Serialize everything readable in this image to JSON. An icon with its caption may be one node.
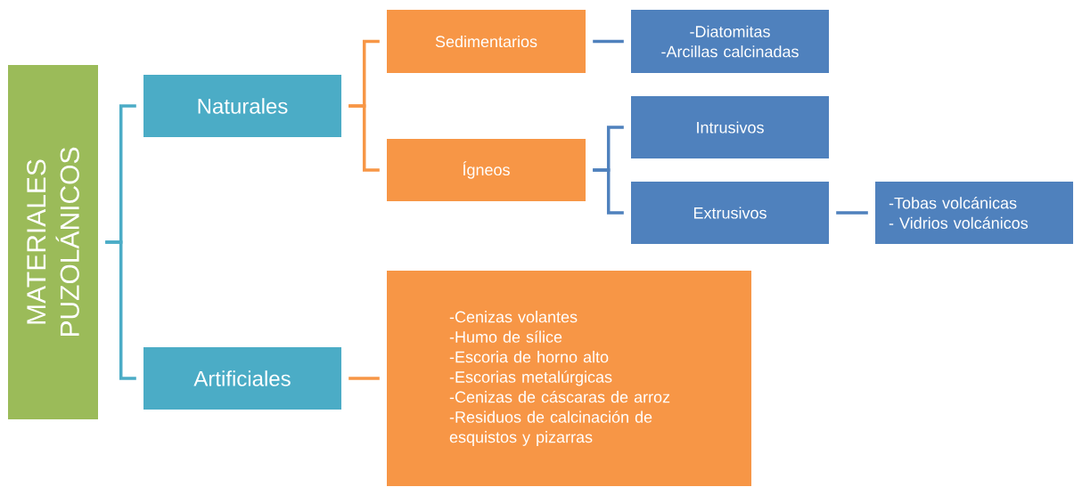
{
  "diagram": {
    "nodes": [
      {
        "text": [
          "MATERIALES PUZOLÁNICOS"
        ]
      },
      {
        "text": [
          "Naturales"
        ]
      },
      {
        "text": [
          "Artificiales"
        ]
      },
      {
        "text": [
          "Sedimentarios"
        ]
      },
      {
        "text": [
          "Ígneos"
        ]
      },
      {
        "text": [
          "-Diatomitas",
          "-Arcillas calcinadas"
        ]
      },
      {
        "text": [
          "Intrusivos"
        ]
      },
      {
        "text": [
          "Extrusivos"
        ]
      },
      {
        "text": [
          "-Tobas volcánicas",
          "- Vidrios volcánicos"
        ]
      },
      {
        "text": [
          "-Cenizas volantes",
          "-Humo de sílice",
          "-Escoria de horno alto",
          "-Escorias metalúrgicas",
          "-Cenizas de cáscaras de arroz",
          "-Residuos de calcinación de esquistos y pizarras"
        ]
      }
    ],
    "edges": [
      {
        "from": 0,
        "to": 1,
        "arrow": "none",
        "color": "#4bacc6"
      },
      {
        "from": 0,
        "to": 2,
        "arrow": "none",
        "color": "#4bacc6"
      },
      {
        "from": 1,
        "to": 3,
        "arrow": "none",
        "color": "#f79646"
      },
      {
        "from": 1,
        "to": 4,
        "arrow": "none",
        "color": "#f79646"
      },
      {
        "from": 3,
        "to": 5,
        "arrow": "none"
      },
      {
        "from": 4,
        "to": 6,
        "arrow": "none"
      },
      {
        "from": 4,
        "to": 7,
        "arrow": "none"
      },
      {
        "from": 7,
        "to": 8,
        "arrow": "none"
      },
      {
        "from": 2,
        "to": 9,
        "arrow": "none",
        "color": "#f79646"
      }
    ]
  }
}
